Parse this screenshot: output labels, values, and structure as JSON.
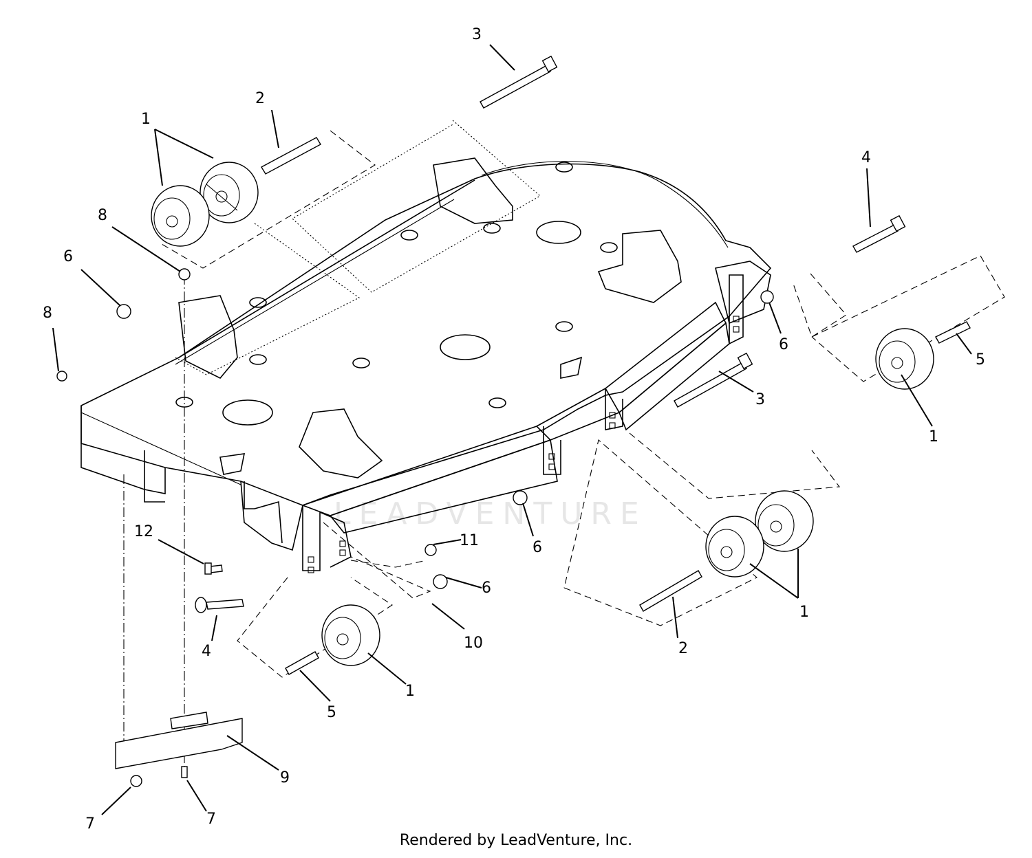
{
  "footer": {
    "text": "Rendered by LeadVenture, Inc."
  },
  "watermark": {
    "text": "LEADVENTURE"
  },
  "callouts": [
    {
      "id": "c1-top",
      "label": "1"
    },
    {
      "id": "c2-top",
      "label": "2"
    },
    {
      "id": "c3-top",
      "label": "3"
    },
    {
      "id": "c4-right",
      "label": "4"
    },
    {
      "id": "c8-a",
      "label": "8"
    },
    {
      "id": "c6-a",
      "label": "6"
    },
    {
      "id": "c8-b",
      "label": "8"
    },
    {
      "id": "c6-b",
      "label": "6"
    },
    {
      "id": "c5-right",
      "label": "5"
    },
    {
      "id": "c3-mid",
      "label": "3"
    },
    {
      "id": "c1-right",
      "label": "1"
    },
    {
      "id": "c12",
      "label": "12"
    },
    {
      "id": "c11",
      "label": "11"
    },
    {
      "id": "c6-c",
      "label": "6"
    },
    {
      "id": "c6-d",
      "label": "6"
    },
    {
      "id": "c4-left",
      "label": "4"
    },
    {
      "id": "c10",
      "label": "10"
    },
    {
      "id": "c1-lower",
      "label": "1"
    },
    {
      "id": "c2-lower",
      "label": "2"
    },
    {
      "id": "c5-lower",
      "label": "5"
    },
    {
      "id": "c1-bottom",
      "label": "1"
    },
    {
      "id": "c9",
      "label": "9"
    },
    {
      "id": "c7-a",
      "label": "7"
    },
    {
      "id": "c7-b",
      "label": "7"
    }
  ]
}
